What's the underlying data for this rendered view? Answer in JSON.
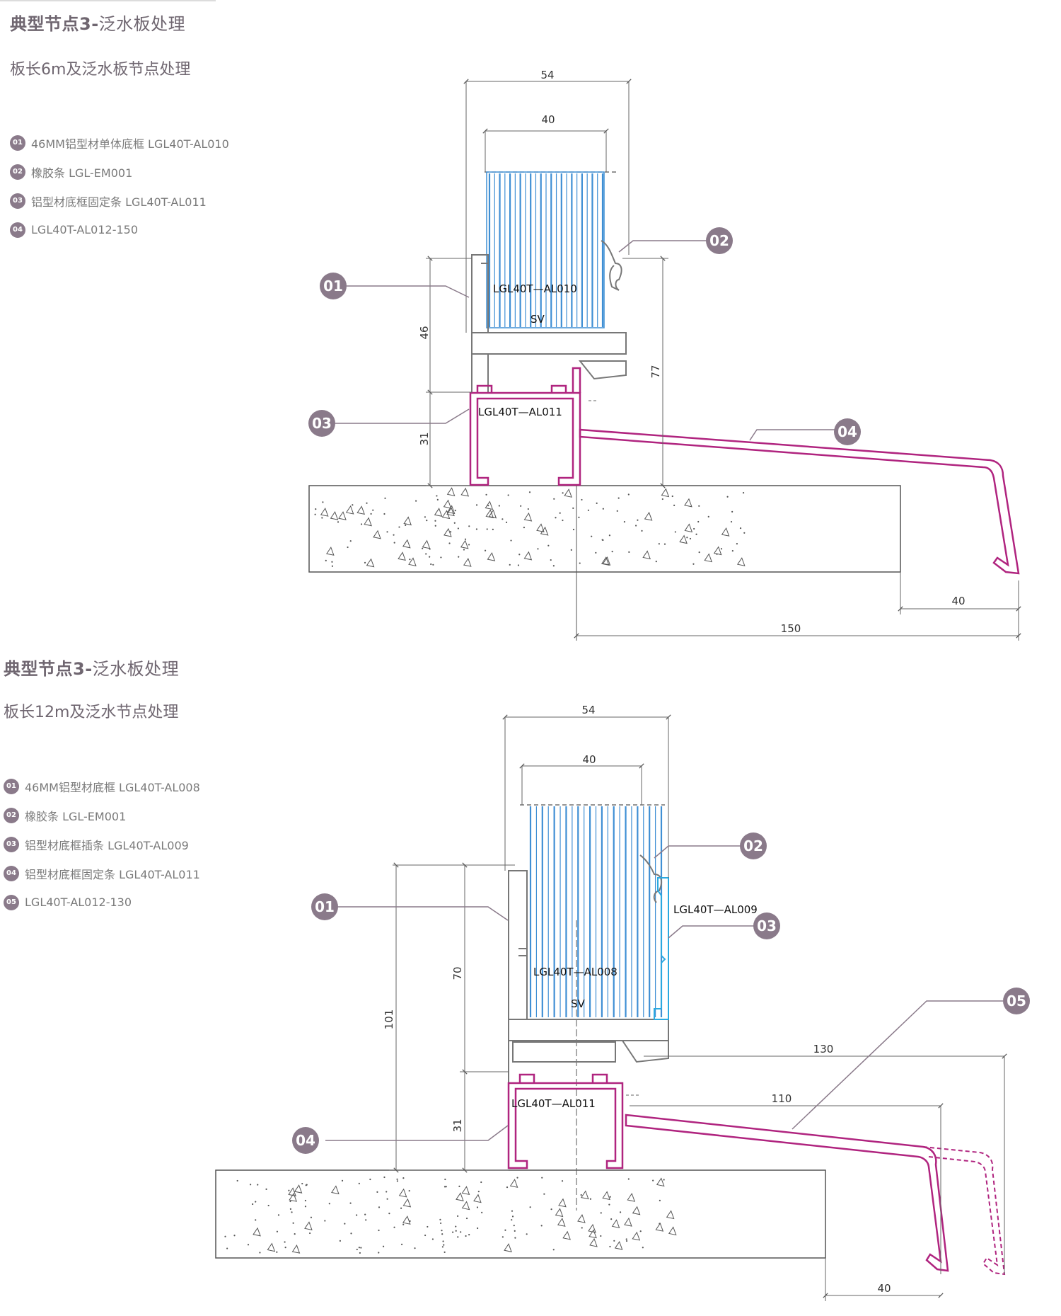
{
  "section1": {
    "title_bold": "典型节点3-",
    "title_rest": "泛水板处理",
    "subtitle": "板长6m及泛水板节点处理",
    "legend": [
      {
        "num": "01",
        "text": "46MM铝型材单体底框 LGL40T-AL010"
      },
      {
        "num": "02",
        "text": "橡胶条 LGL-EM001"
      },
      {
        "num": "03",
        "text": "铝型材底框固定条 LGL40T-AL011"
      },
      {
        "num": "04",
        "text": "LGL40T-AL012-150"
      }
    ],
    "callouts": [
      "01",
      "02",
      "03",
      "04"
    ],
    "dims": {
      "top_outer": "54",
      "top_inner": "40",
      "left_upper": "46",
      "left_lower": "31",
      "right": "77",
      "bottom_small": "40",
      "bottom_large": "150"
    },
    "part_labels": {
      "frame": "LGL40T—AL010",
      "sv": "SV",
      "fix": "LGL40T—AL011"
    }
  },
  "section2": {
    "title_bold": "典型节点3-",
    "title_rest": "泛水板处理",
    "subtitle": "板长12m及泛水节点处理",
    "legend": [
      {
        "num": "01",
        "text": "46MM铝型材底框 LGL40T-AL008"
      },
      {
        "num": "02",
        "text": "橡胶条 LGL-EM001"
      },
      {
        "num": "03",
        "text": "铝型材底框插条 LGL40T-AL009"
      },
      {
        "num": "04",
        "text": "铝型材底框固定条 LGL40T-AL011"
      },
      {
        "num": "05",
        "text": "LGL40T-AL012-130"
      }
    ],
    "callouts": [
      "01",
      "02",
      "03",
      "04",
      "05"
    ],
    "dims": {
      "top_outer": "54",
      "top_inner": "40",
      "left_outer": "101",
      "left_upper": "70",
      "left_lower": "31",
      "right_130": "130",
      "right_110": "110",
      "bottom_small": "40"
    },
    "part_labels": {
      "insert": "LGL40T—AL009",
      "frame": "LGL40T—AL008",
      "sv": "SV",
      "fix": "LGL40T—AL011"
    }
  },
  "colors": {
    "callout": "#8a7a8a",
    "flashing": "#b0247f",
    "panel": "#3f8fd4",
    "insert": "#2aa9e0",
    "line": "#555555"
  }
}
